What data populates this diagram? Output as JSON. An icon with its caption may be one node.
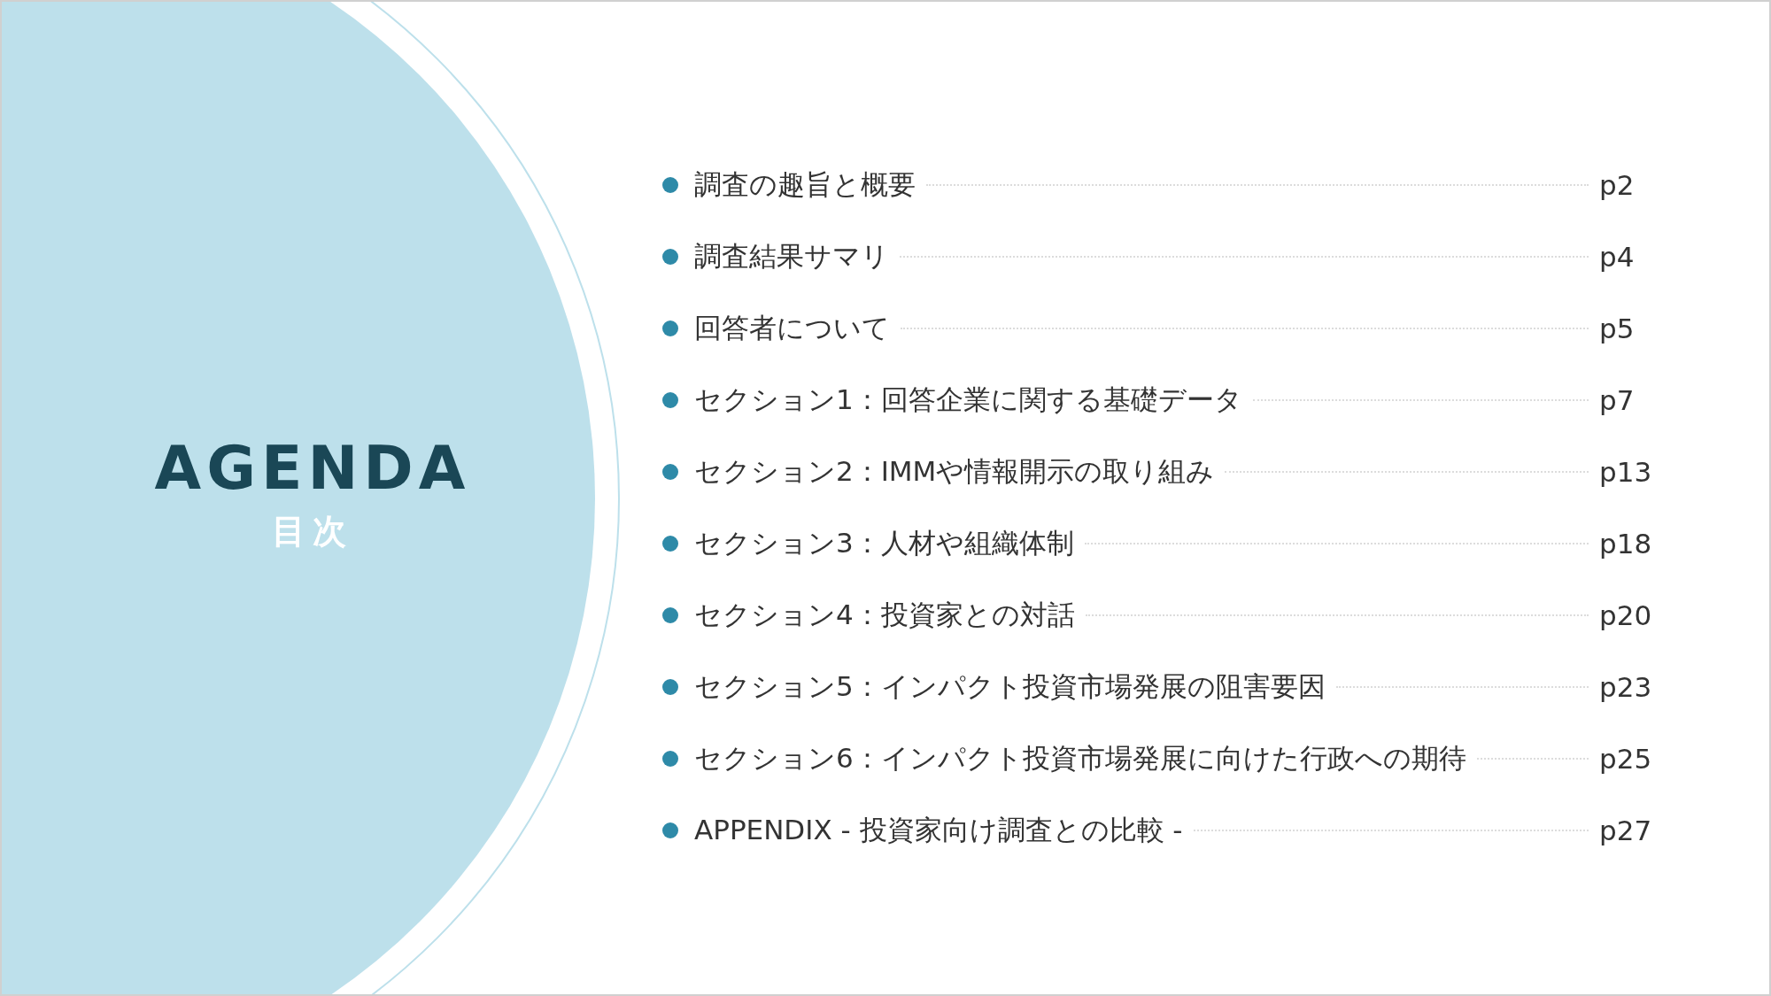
{
  "diagram": {
    "nodes": [
      {
        "text": [
          "AGENDA",
          "目次"
        ]
      }
    ],
    "labels": [
      "調査の趣旨と概要",
      "p2",
      "調査結果サマリ",
      "p4",
      "回答者について",
      "p5",
      "セクション1：回答企業に関する基礎データ",
      "p7",
      "セクション2：IMMや情報開示の取り組み",
      "p13",
      "セクション3：人材や組織体制",
      "p18",
      "セクション4：投資家との対話",
      "p20",
      "セクション5：インパクト投資市場発展の阻害要因",
      "p23",
      "セクション6：インパクト投資市場発展に向けた行政への期待",
      "p25",
      "APPENDIX - 投資家向け調査との比較 -",
      "p27"
    ]
  }
}
